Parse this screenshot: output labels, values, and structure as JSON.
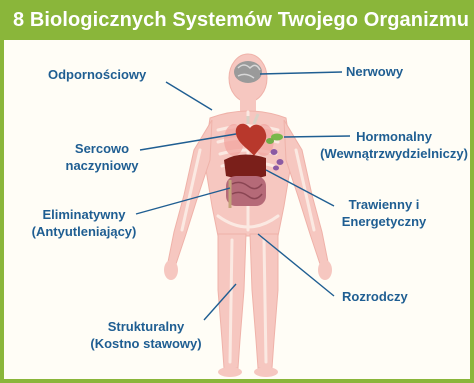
{
  "title": "8 Biologicznych Systemów Twojego Organizmu",
  "systems": {
    "immune": "Odpornościowy",
    "nervous": "Nerwowy",
    "cardio_line1": "Sercowo",
    "cardio_line2": "naczyniowy",
    "hormonal_line1": "Hormonalny",
    "hormonal_line2": "(Wewnątrzwydzielniczy)",
    "digestive_line1": "Trawienny i",
    "digestive_line2": "Energetyczny",
    "eliminative_line1": "Eliminatywny",
    "eliminative_line2": "(Antyutleniający)",
    "reproductive": "Rozrodczy",
    "structural_line1": "Strukturalny",
    "structural_line2": "(Kostno stawowy)"
  },
  "colors": {
    "header_bg": "#8ab63a",
    "label_text": "#1f5e92",
    "body_fill": "#f6c7c0",
    "skeleton": "#fbe9e2",
    "heart": "#b8382c",
    "liver": "#7a1f1a",
    "intestine": "#b56a78",
    "gland_green": "#79b84a",
    "gland_purple": "#8b5aa3",
    "brain": "#9a9a9a",
    "leader_line": "#1f5e92"
  }
}
